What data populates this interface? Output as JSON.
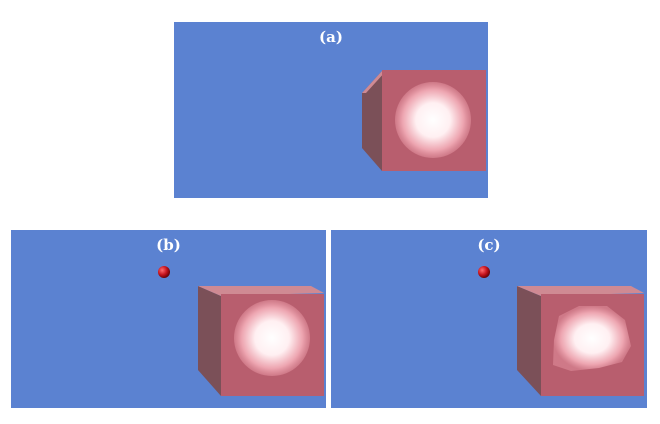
{
  "colors": {
    "background": "#5b82d1",
    "cube_front": "#b85e6e",
    "cube_side": "#7b5058",
    "cube_top": "#cf8a93",
    "glow": "#ffffff",
    "small_ball": "#c4121c"
  },
  "panels": [
    {
      "label": "(a)"
    },
    {
      "label": "(b)"
    },
    {
      "label": "(c)"
    }
  ]
}
